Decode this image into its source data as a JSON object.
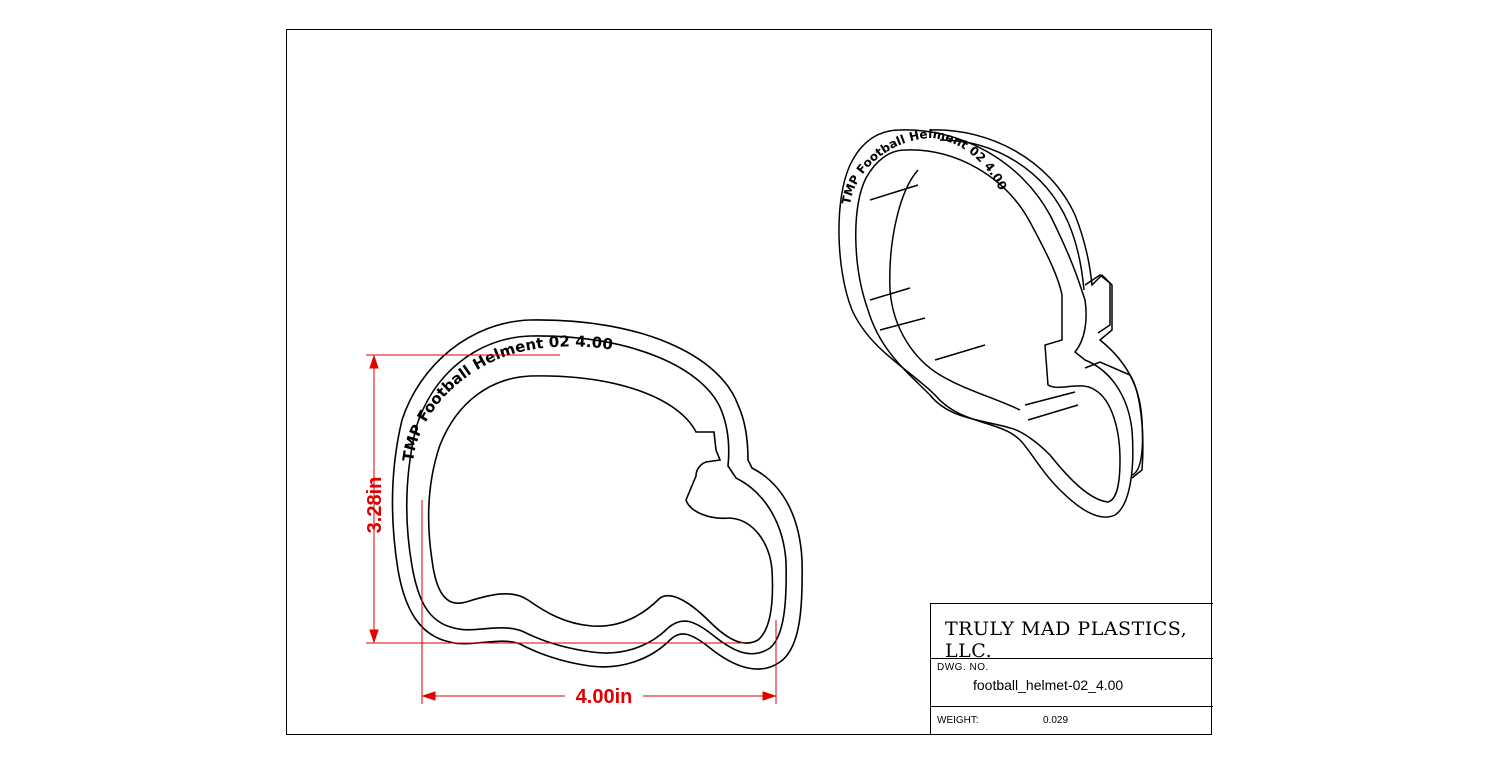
{
  "engraving_text": "TMP  Football Helment 02  4.00",
  "dimensions": {
    "width_label": "4.00in",
    "height_label": "3.28in"
  },
  "title_block": {
    "company": "TRULY MAD PLASTICS, LLC.",
    "dwg_no_label": "DWG.  NO.",
    "dwg_no_value": "football_helmet-02_4.00",
    "weight_label": "WEIGHT:",
    "weight_value": "0.029"
  },
  "colors": {
    "dimension": "#e00000",
    "outline": "#000000"
  }
}
